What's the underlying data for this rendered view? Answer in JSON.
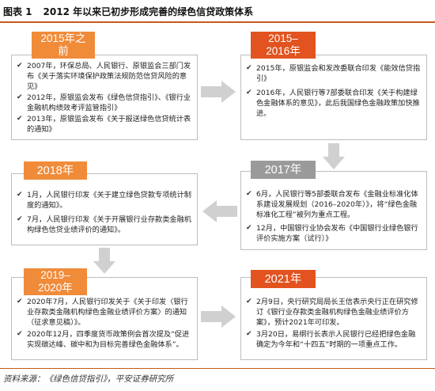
{
  "header": {
    "figure_no": "图表 1",
    "title": "2012 年以来已初步形成完善的绿色信贷政策体系"
  },
  "source": "资料来源：《绿色信贷指引》，平安证券研究所",
  "stages": [
    {
      "label": "2015年之前",
      "items": [
        "2007年，环保总局、人民银行、原银监会三部门发布《关于落实环境保护政策法规防范信贷风险的意见》",
        "2012年，原银监会发布《绿色信贷指引》、《银行业金融机构绩效考评监管指引》",
        "2013年，原银监会发布《关于报送绿色信贷统计表的通知》"
      ]
    },
    {
      "label": "2015–2016年",
      "items": [
        "2015年，原银监会和发改委联合印发《能效信贷指引》",
        "2016年，人民银行等7部委联合印发《关于构建绿色金融体系的意见》，此后我国绿色金融政策加快推进。"
      ]
    },
    {
      "label": "2017年",
      "items": [
        "6月，人民银行等5部委联合发布《金融业标准化体系建设发展规划（2016–2020年）》，将“绿色金融标准化工程”被列为重点工程。",
        "12月，中国银行业协会发布《中国银行业绿色银行评价实施方案（试行）》"
      ]
    },
    {
      "label": "2018年",
      "items": [
        "1月，人民银行印发《关于建立绿色贷款专项统计制度的通知》。",
        "7月，人民银行印发《关于开展银行业存款类金融机构绿色信贷业绩评价的通知》。"
      ]
    },
    {
      "label": "2019–2020年",
      "items": [
        "2020年7月，人民银行印发关于《关于印发〈银行业存款类金融机构绿色金融业绩评价方案〉的通知（征求意见稿）》。",
        "2020年12月，四季度货币政策例会首次提及“促进实现碳达峰、碳中和为目标完善绿色金融体系”。"
      ]
    },
    {
      "label": "2021年",
      "items": [
        "2月9日，央行研究局局长王信表示央行正在研究修订《银行业存款类金融机构绿色金融业绩评价方案》，预计2021年可印发。",
        "3月20日，易纲行长表示人民银行已经把绿色金融确定为今年和“十四五”时期的一项重点工作。"
      ]
    }
  ],
  "colors": {
    "accent": "#c85a19",
    "orange_label": "#f08b3a",
    "dark_label": "#e2531f",
    "gray_label": "#9a9a9a",
    "arrow": "#d0d0d0"
  }
}
